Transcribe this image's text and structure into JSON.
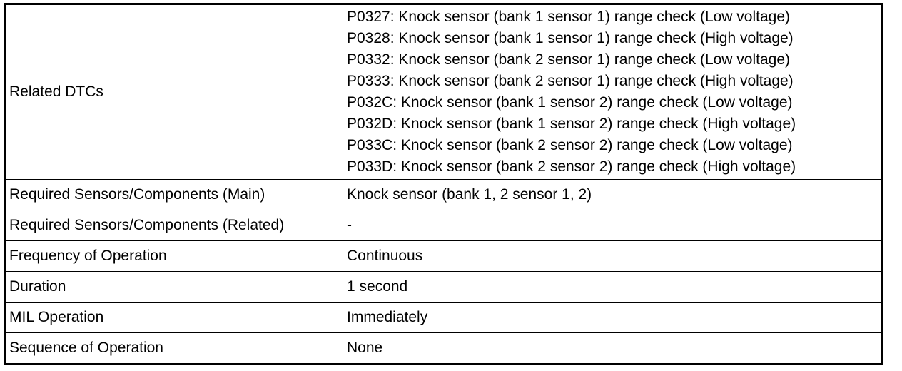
{
  "table": {
    "related_dtcs": {
      "label": "Related DTCs",
      "codes": [
        "P0327: Knock sensor (bank 1 sensor 1) range check (Low voltage)",
        "P0328: Knock sensor (bank 1 sensor 1) range check (High voltage)",
        "P0332: Knock sensor (bank 2 sensor 1) range check (Low voltage)",
        "P0333: Knock sensor (bank 2 sensor 1) range check (High voltage)",
        "P032C: Knock sensor (bank 1 sensor 2) range check (Low voltage)",
        "P032D: Knock sensor (bank 1 sensor 2) range check (High voltage)",
        "P033C: Knock sensor (bank 2 sensor 2) range check (Low voltage)",
        "P033D: Knock sensor (bank 2 sensor 2) range check (High voltage)"
      ]
    },
    "required_main": {
      "label": "Required Sensors/Components (Main)",
      "value": "Knock sensor (bank 1, 2 sensor 1, 2)"
    },
    "required_related": {
      "label": "Required Sensors/Components (Related)",
      "value": "-"
    },
    "frequency": {
      "label": "Frequency of Operation",
      "value": "Continuous"
    },
    "duration": {
      "label": "Duration",
      "value": "1 second"
    },
    "mil_operation": {
      "label": "MIL Operation",
      "value": "Immediately"
    },
    "sequence": {
      "label": "Sequence of Operation",
      "value": "None"
    }
  }
}
